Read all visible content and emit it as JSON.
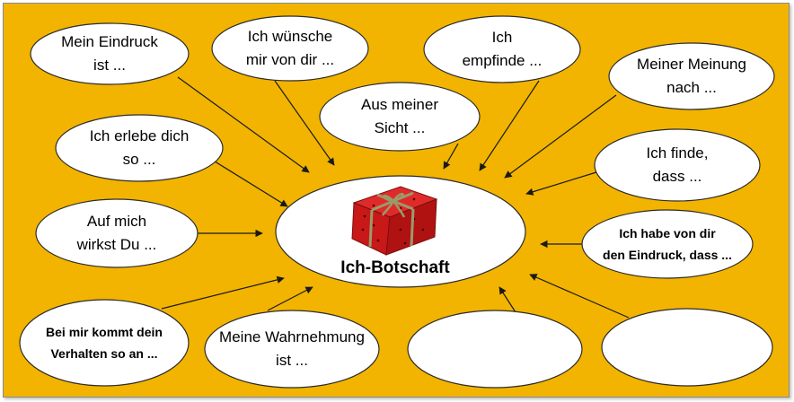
{
  "colors": {
    "background": "#F2B400",
    "bubble_fill": "#FFFFFF",
    "bubble_stroke": "#2B2B2B",
    "arrow": "#1A1A1A",
    "gift_box": "#D61F1F",
    "gift_ribbon": "#8A8A5A"
  },
  "icons": {
    "center": "gift-box-icon"
  },
  "center": {
    "title": "Ich-Botschaft"
  },
  "bubbles": [
    {
      "lines": [
        "Mein Eindruck",
        "ist ..."
      ]
    },
    {
      "lines": [
        "Ich wünsche",
        "mir von dir ..."
      ]
    },
    {
      "lines": [
        "Ich",
        "empfinde ..."
      ]
    },
    {
      "lines": [
        "Meiner Meinung",
        "nach ..."
      ]
    },
    {
      "lines": [
        "Aus meiner",
        "Sicht ..."
      ]
    },
    {
      "lines": [
        "Ich erlebe dich",
        "so ..."
      ]
    },
    {
      "lines": [
        "Ich finde,",
        "dass ..."
      ]
    },
    {
      "lines": [
        "Auf mich",
        "wirkst Du ..."
      ]
    },
    {
      "lines": [
        "Ich habe von dir",
        "den Eindruck,  dass ..."
      ]
    },
    {
      "lines": [
        "Bei mir kommt  dein",
        "Verhalten  so an ..."
      ]
    },
    {
      "lines": [
        "Meine Wahrnehmung",
        "ist ..."
      ]
    },
    {
      "lines": [
        "",
        ""
      ]
    },
    {
      "lines": [
        "",
        ""
      ]
    }
  ]
}
